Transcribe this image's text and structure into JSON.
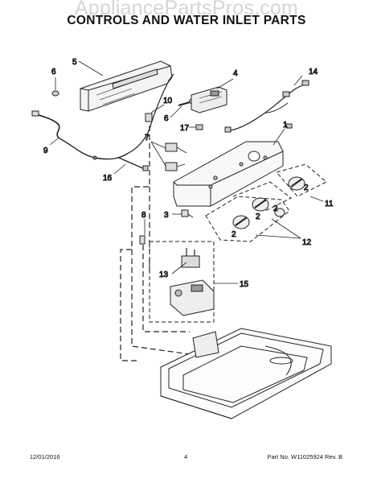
{
  "watermark": "AppliancePartsPros.com",
  "title": "CONTROLS AND WATER INLET PARTS",
  "callouts": {
    "c1": "1",
    "c2a": "2",
    "c2b": "2",
    "c2c": "2",
    "c2d": "2",
    "c3": "3",
    "c4": "4",
    "c5": "5",
    "c6a": "6",
    "c6b": "6",
    "c7": "7",
    "c8": "8",
    "c9": "9",
    "c10": "10",
    "c11": "11",
    "c12": "12",
    "c13": "13",
    "c14": "14",
    "c15": "15",
    "c16": "16",
    "c17": "17"
  },
  "footer": {
    "date": "12/01/2016",
    "page": "4",
    "part_number": "Part No. W11025924  Rev. B"
  }
}
